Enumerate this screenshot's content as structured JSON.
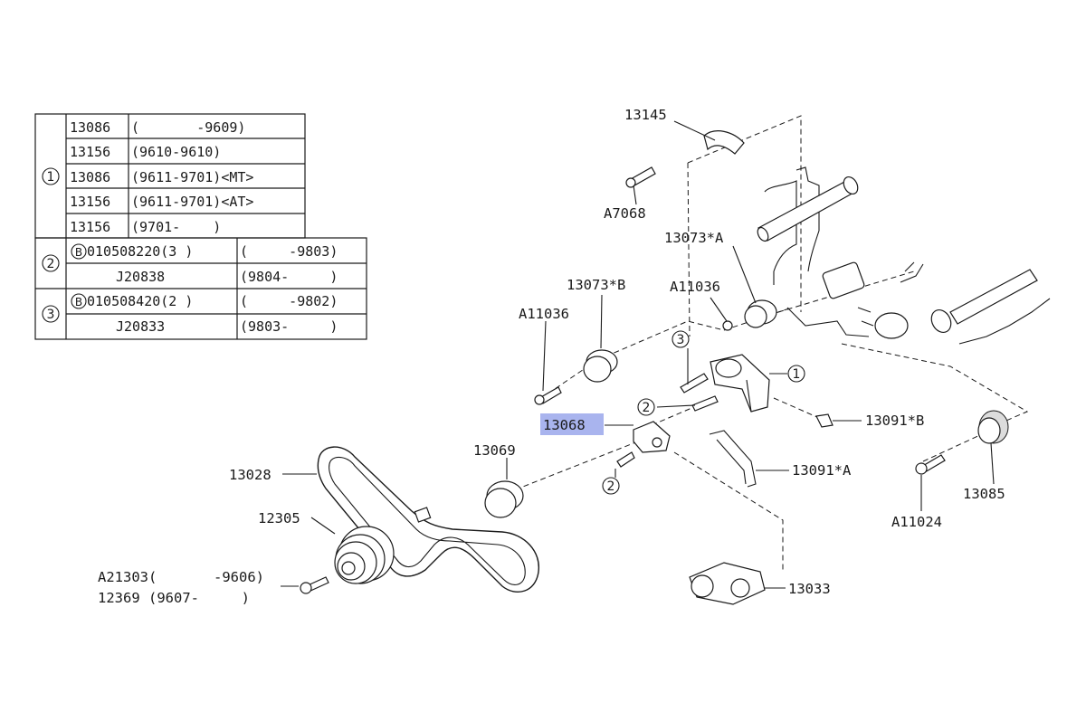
{
  "colors": {
    "ink": "#1a1a1a",
    "highlight": "#a9b4ee",
    "background": "#ffffff"
  },
  "table": {
    "group1_marker": "1",
    "group2_marker": "2",
    "group3_marker": "3",
    "bolt_marker": "B",
    "rows": [
      {
        "part": "13086",
        "range": "(       -9609)"
      },
      {
        "part": "13156",
        "range": "(9610-9610)"
      },
      {
        "part": "13086",
        "range": "(9611-9701)<MT>"
      },
      {
        "part": "13156",
        "range": "(9611-9701)<AT>"
      },
      {
        "part": "13156",
        "range": "(9701-    )"
      }
    ],
    "row2a": {
      "part": "010508220(3 )",
      "range": "(     -9803)"
    },
    "row2b": {
      "part": "J20838",
      "range": "(9804-     )"
    },
    "row3a": {
      "part": "010508420(2 )",
      "range": "(     -9802)"
    },
    "row3b": {
      "part": "J20833",
      "range": "(9803-     )"
    }
  },
  "labels": {
    "p13145": "13145",
    "a7068": "A7068",
    "p13073a": "13073*A",
    "p13073b": "13073*B",
    "a11036_left": "A11036",
    "a11036_right": "A11036",
    "p13068": "13068",
    "p13069": "13069",
    "p13028": "13028",
    "p12305": "12305",
    "a21303_part": "A21303(",
    "a21303_range": "-9606)",
    "p12369": "12369 (9607-     )",
    "p13091b": "13091*B",
    "p13091a": "13091*A",
    "p13085": "13085",
    "a11024": "A11024",
    "p13033": "13033",
    "callout1": "1",
    "callout2": "2",
    "callout2b": "2",
    "callout3": "3"
  }
}
